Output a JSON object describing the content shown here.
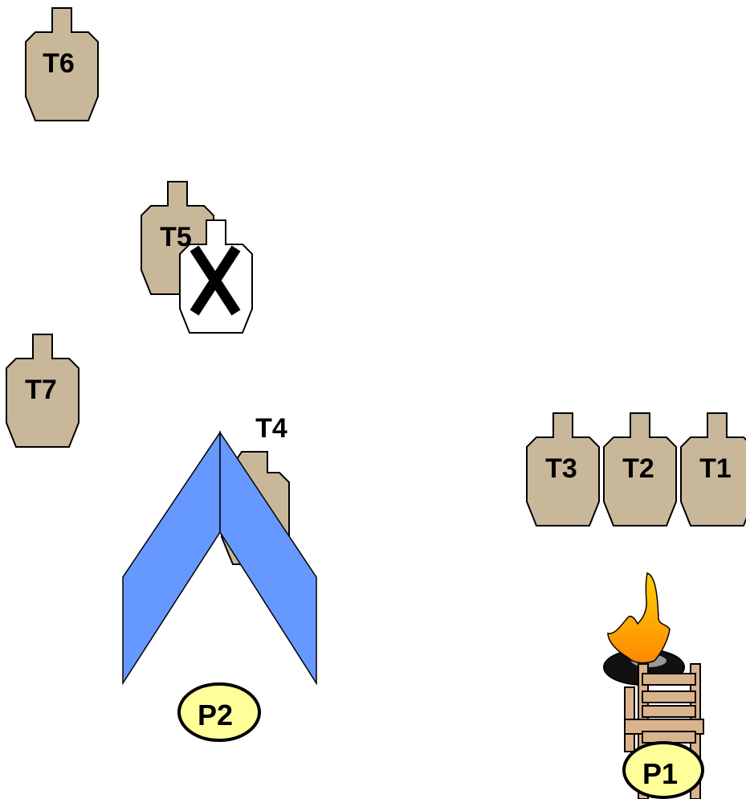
{
  "targets": {
    "t1": {
      "label": "T1",
      "type": "shoot"
    },
    "t2": {
      "label": "T2",
      "type": "shoot"
    },
    "t3": {
      "label": "T3",
      "type": "shoot"
    },
    "t4": {
      "label": "T4",
      "type": "shoot"
    },
    "t5": {
      "label": "T5",
      "type": "shoot"
    },
    "t6": {
      "label": "T6",
      "type": "shoot"
    },
    "t7": {
      "label": "T7",
      "type": "shoot"
    },
    "ns": {
      "type": "no-shoot"
    }
  },
  "positions": {
    "p1": {
      "label": "P1"
    },
    "p2": {
      "label": "P2"
    }
  },
  "colors": {
    "target_fill": "#C9B79A",
    "no_shoot_fill": "#FFFFFF",
    "wall_fill": "#6699FF",
    "position_fill": "#FFFF99",
    "table_fill": "#D9B38C",
    "tire_fill": "#111111",
    "fire_colors": [
      "#FF8800",
      "#FFD000"
    ]
  },
  "props": [
    "v-wall",
    "tire",
    "fire",
    "table"
  ]
}
